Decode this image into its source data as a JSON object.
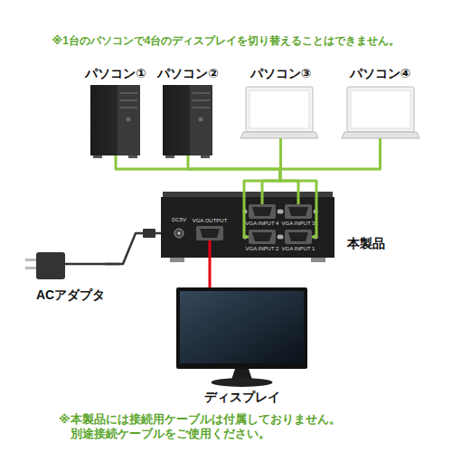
{
  "diagram": {
    "nodes": [
      {
        "text": [
          "パソコン①"
        ]
      },
      {
        "text": [
          "パソコン②"
        ]
      },
      {
        "text": [
          "パソコン③"
        ]
      },
      {
        "text": [
          "パソコン④"
        ]
      },
      {
        "text": [
          "本製品"
        ]
      },
      {
        "text": [
          "ACアダプタ"
        ]
      },
      {
        "text": [
          "ディスプレイ"
        ]
      }
    ],
    "edges": [
      {
        "from": 0,
        "to": 4,
        "arrow": "none"
      },
      {
        "from": 1,
        "to": 4,
        "arrow": "none"
      },
      {
        "from": 2,
        "to": 4,
        "arrow": "none"
      },
      {
        "from": 3,
        "to": 4,
        "arrow": "none"
      },
      {
        "from": 4,
        "to": 6,
        "arrow": "none"
      },
      {
        "from": 5,
        "to": 4,
        "arrow": "none"
      }
    ],
    "labels": [
      "※1台のパソコンで4台のディスプレイを切り替えることはできません。",
      "DC5V",
      "VGA OUTPUT",
      "VGA INPUT 4",
      "VGA INPUT 3",
      "VGA INPUT 2",
      "VGA INPUT 1",
      "※本製品には接続用ケーブルは付属しておりません。 別途接続ケーブルをご使用ください。"
    ]
  }
}
